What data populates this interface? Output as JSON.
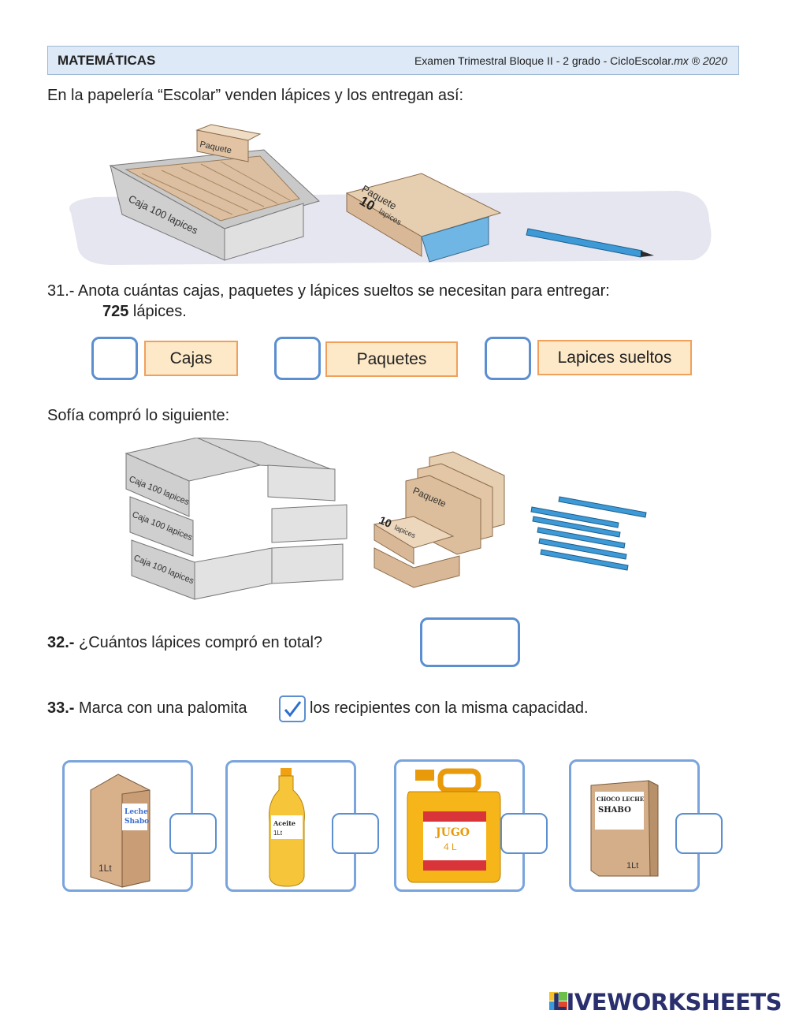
{
  "header": {
    "subject": "MATEMÁTICAS",
    "exam_prefix": "Examen Trimestral Bloque II - 2 grado - CicloEscolar.",
    "exam_suffix": "mx ® 2020"
  },
  "intro": "En la papelería “Escolar” venden lápices y los entregan así:",
  "illustration1": {
    "box_lid_label": "Paquete",
    "box_label": "Caja 100 lapices",
    "pack_label": "Paquete",
    "pack_number": "10",
    "pack_sub": "lapices"
  },
  "q31": {
    "number": "31.-",
    "text": " Anota cuántas cajas, paquetes y lápices sueltos se necesitan para entregar:",
    "amount": "725",
    "amount_suffix": " lápices.",
    "labels": [
      "Cajas",
      "Paquetes",
      "Lapices sueltos"
    ]
  },
  "sofia": "Sofía compró lo siguiente:",
  "illustration2": {
    "box_label": "Caja 100 lapices",
    "pack_label": "Paquete",
    "pack_number": "10",
    "pack_sub": "lapices"
  },
  "q32": {
    "number": "32.-",
    "text": " ¿Cuántos lápices compró en total?"
  },
  "q33": {
    "number": "33.-",
    "text_before": " Marca con una palomita",
    "text_after": "los recipientes con la misma capacidad."
  },
  "containers": [
    {
      "name": "Leche Shabo",
      "line2": "Shabo",
      "line1": "Leche",
      "volume": "1Lt"
    },
    {
      "name": "Aceite",
      "volume": "1Lt"
    },
    {
      "name": "JUGO",
      "volume": "4 L"
    },
    {
      "name": "CHOCO LECHE",
      "brand": "SHABO",
      "volume": "1Lt"
    }
  ],
  "footer": {
    "brand": "LIVEWORKSHEETS"
  },
  "colors": {
    "answer_border": "#5b8fd0",
    "label_fill": "#fde9c8",
    "label_border": "#f0a05a",
    "pencil": "#3d9ad6"
  }
}
